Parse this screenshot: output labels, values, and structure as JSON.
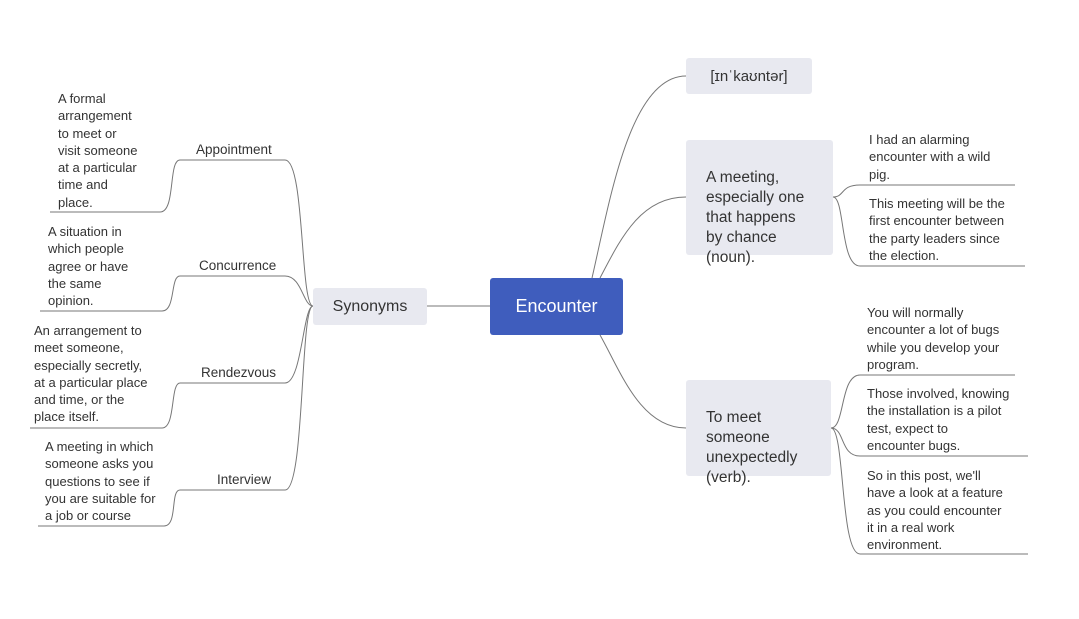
{
  "center": {
    "label": "Encounter",
    "color": "#3f5dbd"
  },
  "synonyms_topic": {
    "label": "Synonyms"
  },
  "synonyms": [
    {
      "word": "Appointment",
      "definition": "A formal\narrangement\nto meet or\nvisit someone\nat a particular\ntime and\nplace."
    },
    {
      "word": "Concurrence",
      "definition": "A situation in\nwhich people\nagree or have\nthe same\nopinion."
    },
    {
      "word": "Rendezvous",
      "definition": "An arrangement to\nmeet someone,\nespecially secretly,\nat a particular place\nand time, or the\nplace itself."
    },
    {
      "word": "Interview",
      "definition": "A meeting in which\nsomeone asks you\nquestions to see if\nyou are suitable for\na job or course"
    }
  ],
  "pronunciation": "[ɪnˈkaʊntər]",
  "meanings": [
    {
      "definition": "A meeting,\nespecially one\nthat happens\nby chance\n(noun).",
      "examples": [
        "I had an alarming\nencounter with a wild\npig.",
        "This meeting will be the\nfirst encounter between\nthe party leaders since\nthe election."
      ]
    },
    {
      "definition": "To meet\nsomeone\nunexpectedly\n(verb).",
      "examples": [
        "You will normally\nencounter a lot of bugs\nwhile you develop your\nprogram.",
        "Those involved, knowing\nthe installation is a pilot\ntest, expect to\nencounter bugs.",
        "So in this post, we'll\nhave a look at a feature\nas you could encounter\nit in a real work\nenvironment."
      ]
    }
  ],
  "colors": {
    "line": "#777777",
    "topic_fill": "#e8e9f0",
    "text": "#333333"
  }
}
